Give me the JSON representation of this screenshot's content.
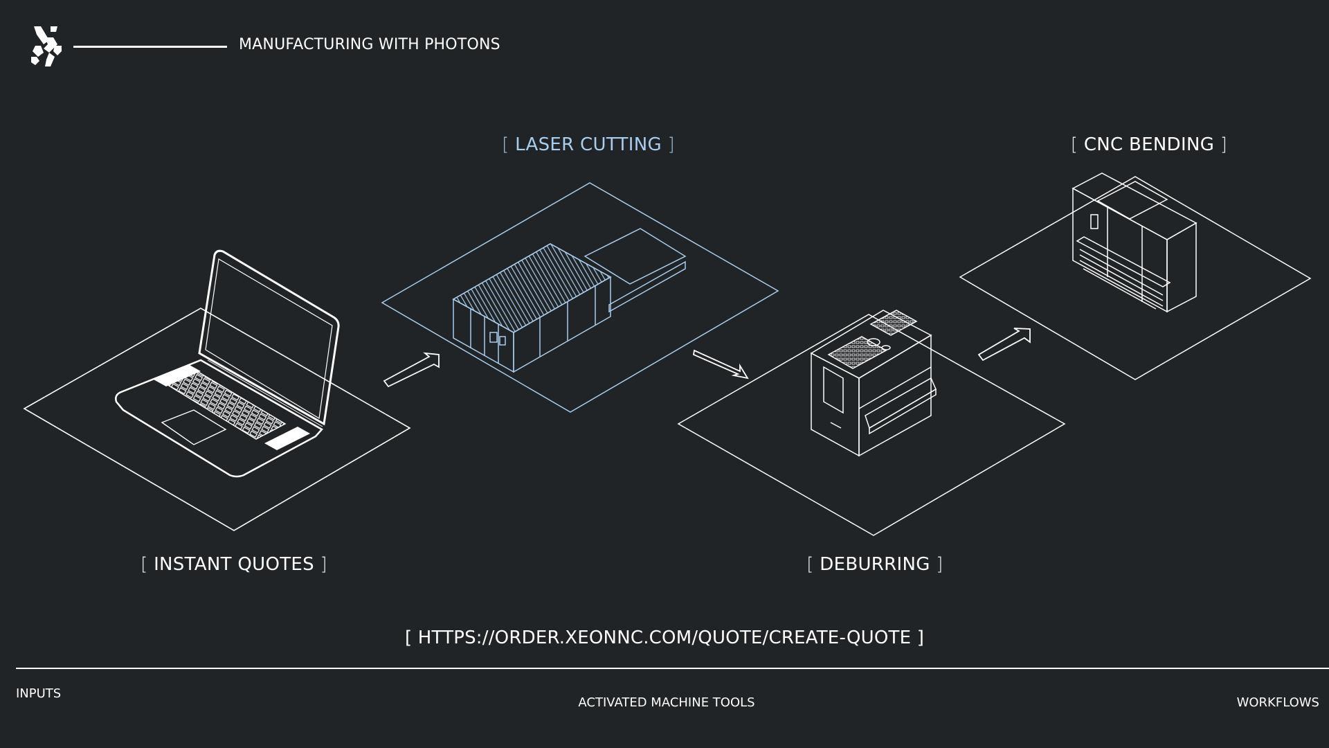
{
  "header": {
    "title": "MANUFACTURING WITH PHOTONS",
    "logo_icon": "xeon-logo-icon"
  },
  "stages": [
    {
      "id": "instant-quotes",
      "label": "INSTANT QUOTES",
      "icon": "laptop-icon"
    },
    {
      "id": "laser-cutting",
      "label": "LASER CUTTING",
      "icon": "laser-cutter-icon"
    },
    {
      "id": "deburring",
      "label": "DEBURRING",
      "icon": "deburring-machine-icon"
    },
    {
      "id": "cnc-bending",
      "label": "CNC BENDING",
      "icon": "press-brake-icon"
    }
  ],
  "url": "HTTPS://ORDER.XEONNC.COM/QUOTE/CREATE-QUOTE",
  "footer": {
    "left": "INPUTS",
    "center": "ACTIVATED MACHINE TOOLS",
    "right": "WORKFLOWS"
  },
  "colors": {
    "background": "#212426",
    "foreground": "#ffffff",
    "accent": "#a9cdee"
  }
}
